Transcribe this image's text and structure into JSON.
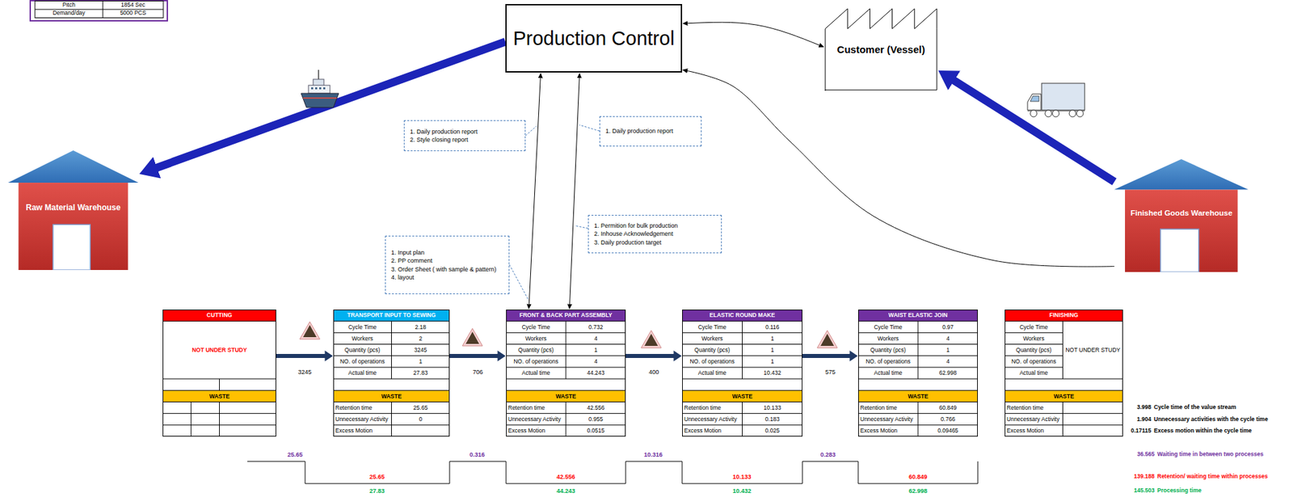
{
  "diagram": {
    "nodes": [
      {
        "text": [
          "Production Control"
        ]
      },
      {
        "text": [
          "Customer (Vessel)"
        ]
      },
      {
        "text": [
          "Raw Material Warehouse"
        ]
      },
      {
        "text": [
          "Finished Goods Warehouse"
        ]
      },
      {
        "text": [
          "1. Daily production report",
          "2. Style closing report"
        ]
      },
      {
        "text": [
          "1. Daily production report"
        ]
      },
      {
        "text": [
          "1. Permition for bulk production",
          "2. Inhouse Acknowledgement",
          "3. Daily production target"
        ]
      },
      {
        "text": [
          "1. Input plan",
          "2. PP comment",
          "3. Order Sheet ( with sample & pattern)",
          "4. layout"
        ]
      },
      {
        "text": [
          "CUTTING",
          "NOT UNDER STUDY",
          "WASTE"
        ]
      },
      {
        "text": [
          "TRANSPORT INPUT TO SEWING",
          "Cycle Time",
          "2.18",
          "Workers",
          "2",
          "Quantity (pcs)",
          "3245",
          "NO. of operations",
          "1",
          "Actual time",
          "27.83",
          "WASTE",
          "Retention time",
          "25.65",
          "Unnecessary Activity",
          "0",
          "Excess Motion"
        ]
      },
      {
        "text": [
          "FRONT & BACK PART ASSEMBLY",
          "Cycle Time",
          "0.732",
          "Workers",
          "4",
          "Quantity (pcs)",
          "1",
          "NO. of operations",
          "4",
          "Actual time",
          "44.243",
          "WASTE",
          "Retention time",
          "42.556",
          "Unnecessary Activity",
          "0.955",
          "Excess Motion",
          "0.0515"
        ]
      },
      {
        "text": [
          "ELASTIC ROUND MAKE",
          "Cycle Time",
          "0.116",
          "Workers",
          "1",
          "Quantity (pcs)",
          "1",
          "NO. of operations",
          "1",
          "Actual time",
          "10.432",
          "WASTE",
          "Retention time",
          "10.133",
          "Unnecessary Activity",
          "0.183",
          "Excess Motion",
          "0.025"
        ]
      },
      {
        "text": [
          "WAIST ELASTIC JOIN",
          "Cycle Time",
          "0.97",
          "Workers",
          "4",
          "Quantity (pcs)",
          "1",
          "NO. of operations",
          "4",
          "Actual time",
          "62.998",
          "WASTE",
          "Retention time",
          "60.849",
          "Unnecessary Activity",
          "0.766",
          "Excess Motion",
          "0.09465"
        ]
      },
      {
        "text": [
          "FINISHING",
          "Cycle Time",
          "Workers",
          "Quantity (pcs)",
          "NO. of operations",
          "Actual time",
          "NOT UNDER STUDY",
          "WASTE",
          "Retention time",
          "Unnecessary Activity",
          "Excess Motion"
        ]
      }
    ],
    "edges": [
      {
        "from": 0,
        "to": 2,
        "arrow": "to"
      },
      {
        "from": 3,
        "to": 1,
        "arrow": "to"
      },
      {
        "from": 0,
        "to": 1,
        "arrow": "both"
      },
      {
        "from": 3,
        "to": 0,
        "arrow": "to"
      },
      {
        "from": 0,
        "to": 10,
        "arrow": "both"
      },
      {
        "from": 0,
        "to": 10,
        "arrow": "both"
      },
      {
        "from": 8,
        "to": 9,
        "arrow": "to",
        "label": "3245"
      },
      {
        "from": 9,
        "to": 10,
        "arrow": "to",
        "label": "706"
      },
      {
        "from": 10,
        "to": 11,
        "arrow": "to",
        "label": "400"
      },
      {
        "from": 11,
        "to": 12,
        "arrow": "to",
        "label": "575"
      }
    ],
    "labels": [
      "Pitch",
      "1854 Sec",
      "Demand/day",
      "5000 PCS",
      "3.998",
      "Cycle time of the value stream",
      "1.904",
      "Unnecessary activities with the cycle time",
      "0.17115",
      "Excess motion within the cycle time",
      "25.65",
      "0.316",
      "10.316",
      "0.283",
      "25.65",
      "42.556",
      "10.133",
      "60.849",
      "27.83",
      "44.243",
      "10.432",
      "62.998",
      "36.565",
      "Waiting time in between two processes",
      "139.188",
      "Retention/ waiting time within processes",
      "145.503",
      "Processing time"
    ]
  }
}
